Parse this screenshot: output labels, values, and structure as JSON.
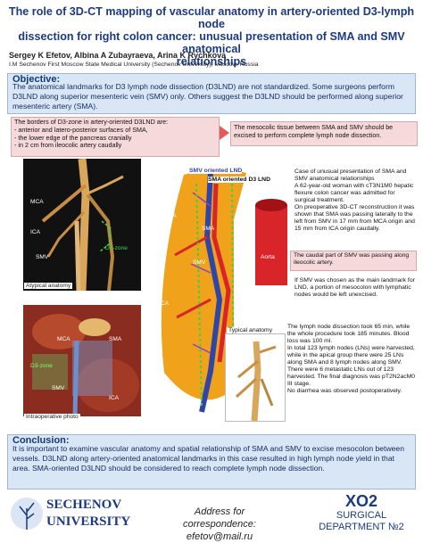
{
  "header": {
    "title_line1": "The role of 3D-CT mapping of vascular anatomy in artery-oriented D3-lymph node",
    "title_line2": "dissection for right colon cancer: unusual presentation of SMA and SMV anatomical",
    "title_line3": "relationships",
    "authors": "Sergey K Efetov, Albina A Zubayraeva, Arina K Rychkova",
    "affiliation": "I.M Sechenov First Moscow State Medical University (Sechenov University), Moscow, Russia"
  },
  "objective": {
    "heading": "Objective:",
    "text": "The anatomical landmarks for D3 lymph node dissection (D3LND) are not standardized. Some surgeons perform D3LND along superior mesenteric vein (SMV) only. Others suggest the D3LND should be performed along superior mesenteric artery (SMA)."
  },
  "borders_box": {
    "line1": "The borders of D3-zone in artery-oriented D3LND are:",
    "line2": "- anterior and latero-posterior surfaces of SMA,",
    "line3": "- the lower edge of the pancreas cranially",
    "line4": "- in 2 cm from ileocolic artery caudally"
  },
  "mesocolic_box": {
    "text": "The mesocolic tissue between SMA and SMV should be excised to perform complete lymph node dissection."
  },
  "images": {
    "atypical_caption": "Atypical anatomy",
    "intraop_caption": "Intraoperative photo",
    "typical_caption": "Typical anatomy",
    "labels": {
      "mca": "MCA",
      "ica": "ICA",
      "smv": "SMV",
      "sma": "SMA",
      "d3zone": "D3-zone",
      "aorta": "Aorta",
      "smv_lnd": "SMV oriented LND",
      "sma_lnd": "SMA oriented D3 LND"
    }
  },
  "case": {
    "text1": "Case of unusual presentation of SMA and SMV anatomical relationships",
    "text2": "A 62-year-old woman with cT3N1M0 hepatic flexure colon cancer was admitted for surgical treatment.",
    "text3": "On preoperative 3D-CT reconstruction it was shown that SMA was passing laterally to the left from SMV in 17 mm from MCA origin and 15 mm from ICA origin caudally.",
    "caudal": "The caudal part of SMV was passing along ileocolic artery.",
    "lnd": "If SMV was chosen as the main landmark for LND, a portion of mesocolon with lymphatic nodes would be left unexcised.",
    "results": [
      "The lymph node dissection took 65 min, while the whole procedure took 185 minutes. Blood loss was 100 ml.",
      "In total 123 lymph nodes (LNs) were harvested, while in the apical group there were 25 LNs along SMA and 8 lymph nodes along SMV.",
      "There were 6 metastatic LNs out of 123 harvested. The final diagnosis was pT2N2acM0 III stage.",
      "No diarrhea was observed postoperatively."
    ]
  },
  "conclusion": {
    "heading": "Conclusion:",
    "text": "It is important to examine vascular anatomy and spatial relationship of SMA and SMV to excise mesocolon between vessels. D3LND along artery-oriented anatomical landmarks in this case resulted in high lymph node yield in that area. SMA-oriented D3LND should be considered to reach complete lymph node dissection."
  },
  "footer": {
    "university_line1": "SECHENOV",
    "university_line2": "UNIVERSITY",
    "corr_label": "Address for correspondence:",
    "corr_email": "efetov@mail.ru",
    "dept_code": "XO2",
    "dept_line1": "SURGICAL",
    "dept_line2": "DEPARTMENT №2"
  },
  "colors": {
    "title": "#1c3a84",
    "box_blue": "#d9e6f5",
    "box_pink": "#f6d9da",
    "mesocolon": "#f0a21a",
    "sma_red": "#d8252a",
    "smv_blue": "#2f45a8",
    "d3_green": "#3bd24a"
  }
}
